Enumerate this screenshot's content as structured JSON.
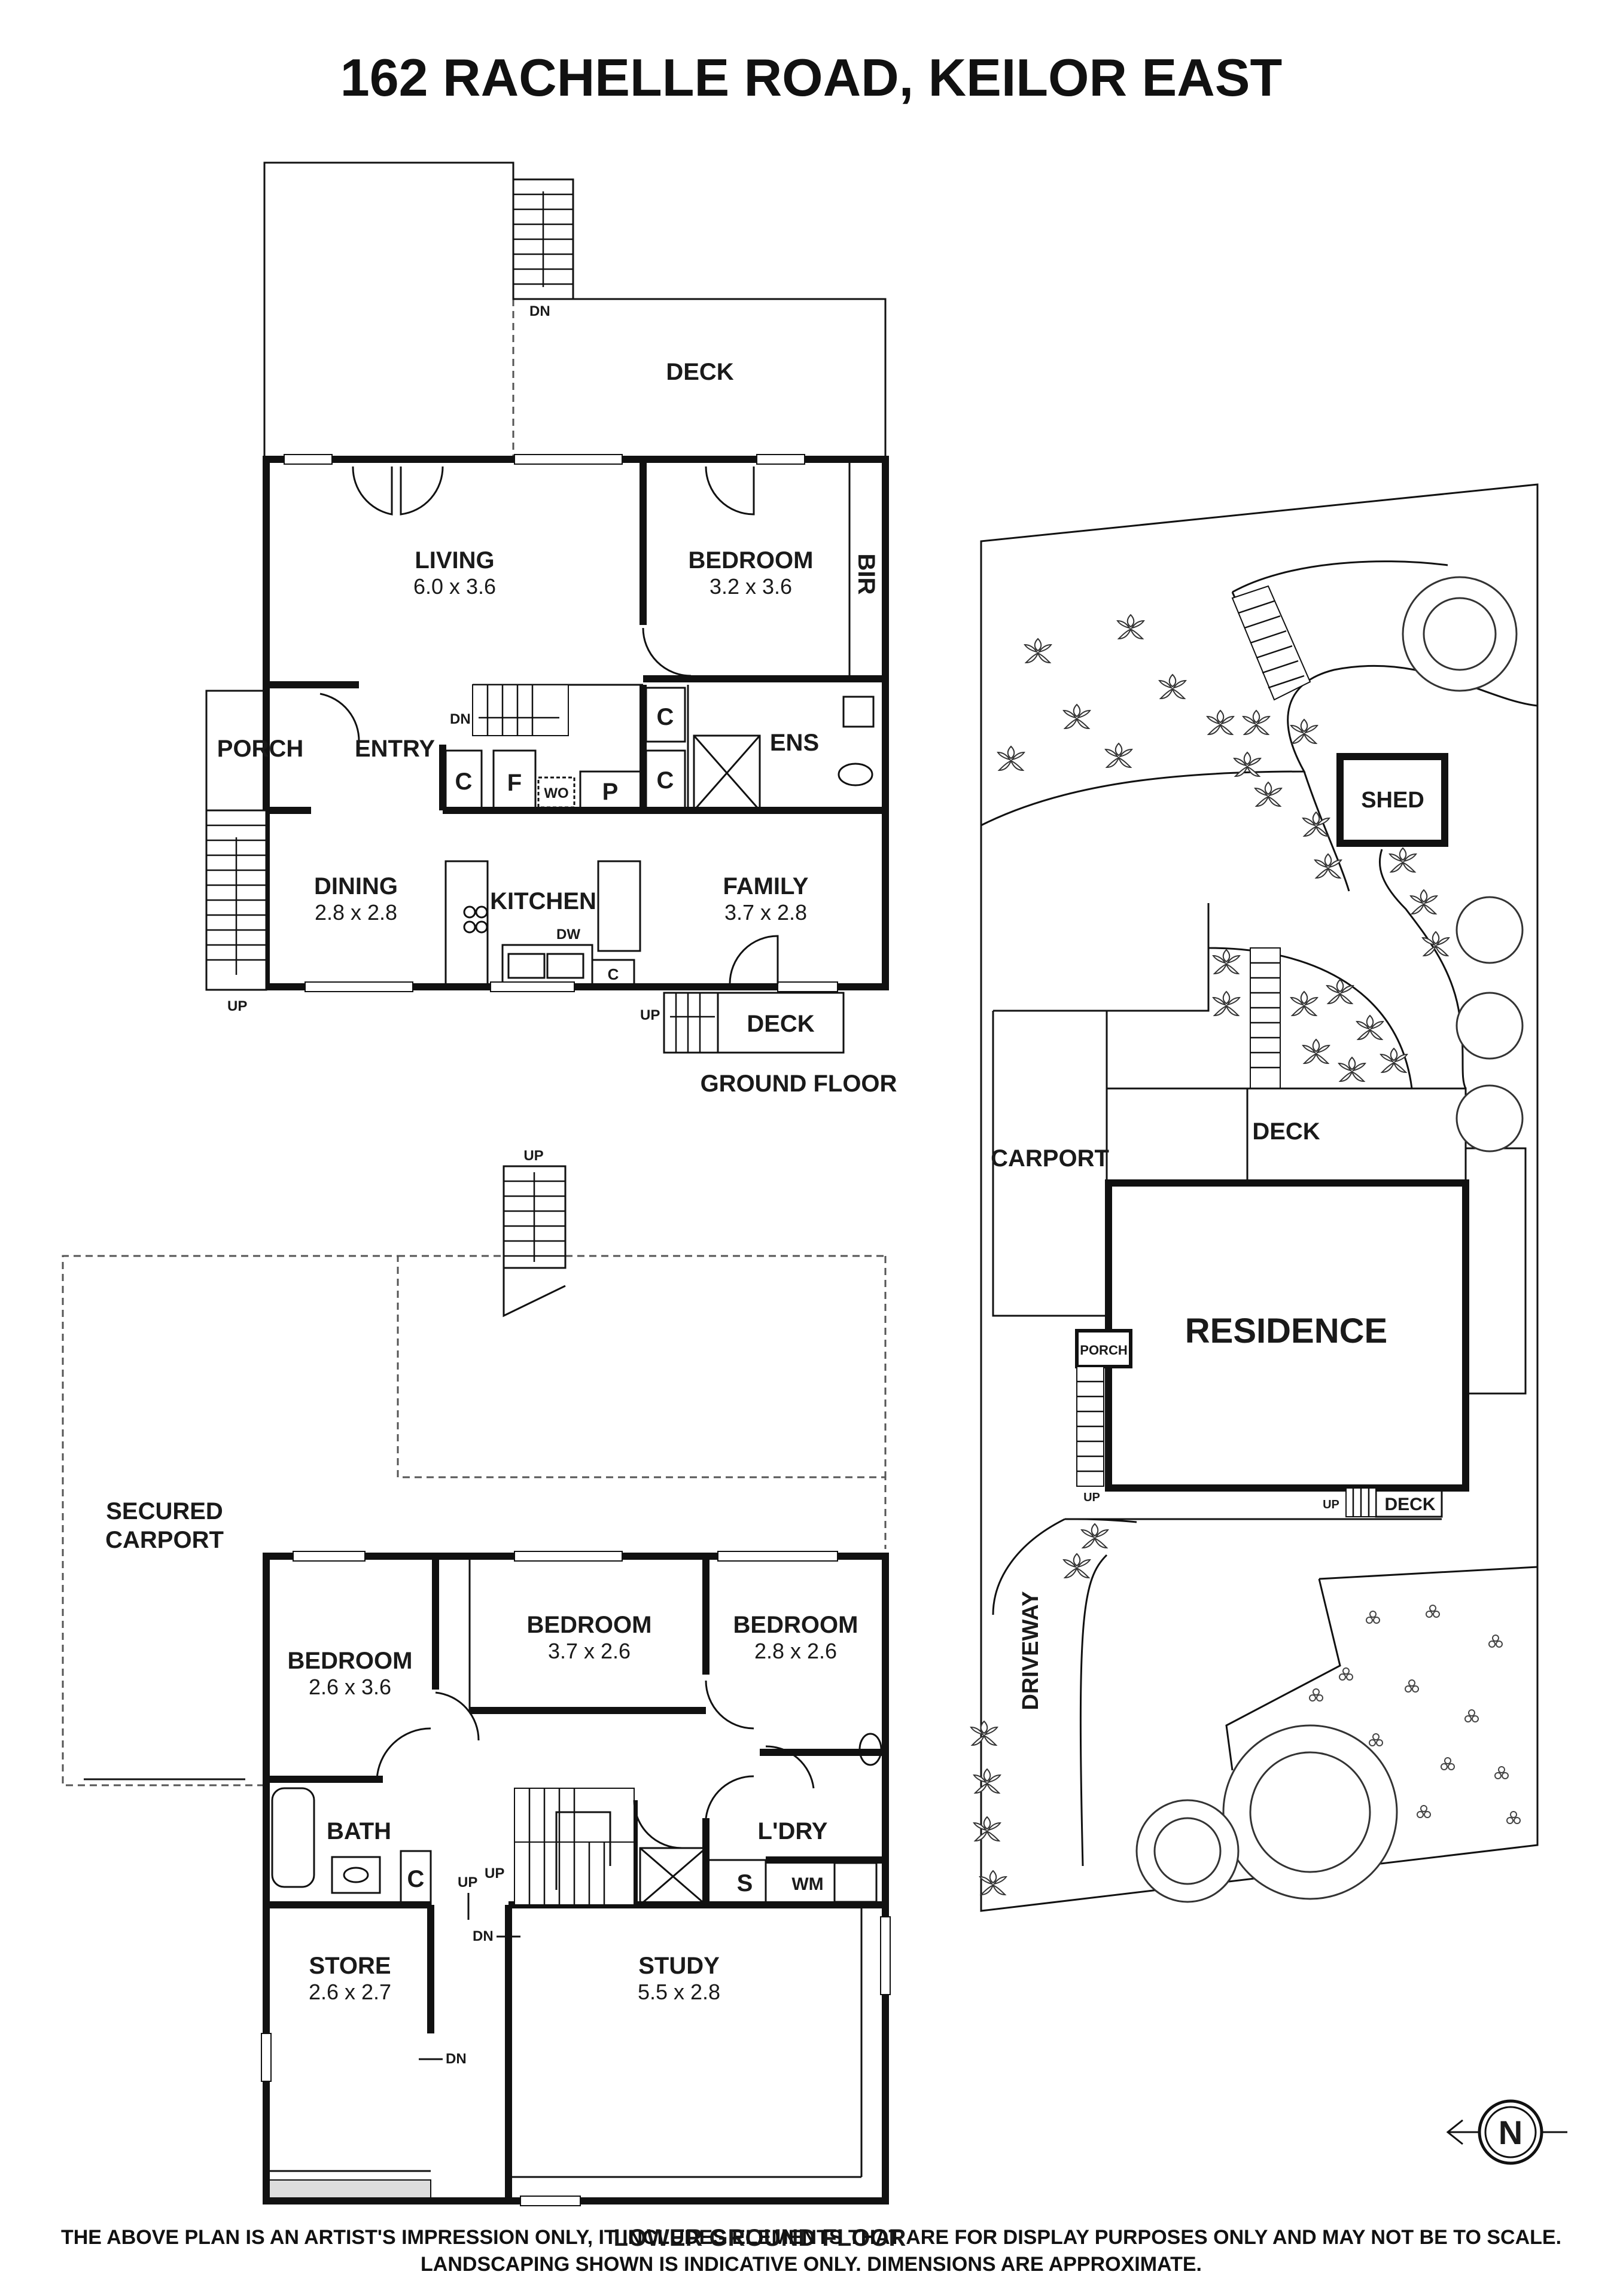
{
  "title": "162 RACHELLE ROAD, KEILOR EAST",
  "ground_floor": {
    "caption": "GROUND FLOOR",
    "rooms": {
      "deck_top": "DECK",
      "living": "LIVING",
      "living_dim": "6.0 x 3.6",
      "bedroom": "BEDROOM",
      "bedroom_dim": "3.2 x 3.6",
      "bir": "BIR",
      "porch": "PORCH",
      "entry": "ENTRY",
      "ens": "ENS",
      "c1": "C",
      "f": "F",
      "wo": "WO",
      "p": "P",
      "c2": "C",
      "c3": "C",
      "dining": "DINING",
      "dining_dim": "2.8 x 2.8",
      "kitchen": "KITCHEN",
      "dw": "DW",
      "c4": "C",
      "family": "FAMILY",
      "family_dim": "3.7 x 2.8",
      "deck_bottom": "DECK"
    },
    "marks": {
      "dn_top": "DN",
      "dn_entry": "DN",
      "up_porch": "UP",
      "up_deck": "UP"
    }
  },
  "lower_floor": {
    "caption": "LOWER GROUND FLOOR",
    "rooms": {
      "secured_carport_1": "SECURED",
      "secured_carport_2": "CARPORT",
      "bedroom_a": "BEDROOM",
      "bedroom_a_dim": "2.6 x 3.6",
      "bedroom_b": "BEDROOM",
      "bedroom_b_dim": "3.7 x 2.6",
      "bedroom_c": "BEDROOM",
      "bedroom_c_dim": "2.8 x 2.6",
      "bath": "BATH",
      "c": "C",
      "ldry": "L'DRY",
      "s": "S",
      "wm": "WM",
      "store": "STORE",
      "store_dim": "2.6 x 2.7",
      "study": "STUDY",
      "study_dim": "5.5 x 2.8"
    },
    "marks": {
      "up_top": "UP",
      "up_mid": "UP",
      "up_hall": "UP",
      "dn_study": "DN",
      "dn_store": "DN"
    }
  },
  "site_plan": {
    "shed": "SHED",
    "deck_top": "DECK",
    "carport": "CARPORT",
    "residence": "RESIDENCE",
    "porch": "PORCH",
    "up": "UP",
    "up_deck": "UP",
    "deck_bottom": "DECK",
    "driveway": "DRIVEWAY"
  },
  "compass": {
    "label": "N"
  },
  "disclaimer": {
    "line1": "THE ABOVE PLAN IS AN ARTIST'S IMPRESSION ONLY, IT INCLUDES ELEMENTS THAT ARE FOR DISPLAY PURPOSES ONLY AND MAY NOT BE TO SCALE.",
    "line2": "LANDSCAPING SHOWN IS INDICATIVE ONLY. DIMENSIONS ARE APPROXIMATE."
  }
}
